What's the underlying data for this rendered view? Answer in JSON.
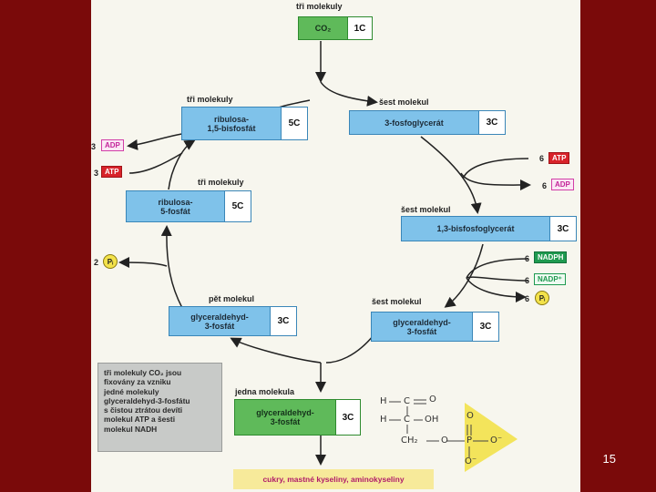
{
  "page_number": "15",
  "top": {
    "label": "tři molekuly",
    "name": "CO₂",
    "carbons": "1C"
  },
  "pga": {
    "label": "šest molekul",
    "name": "3-fosfoglycerát",
    "carbons": "3C"
  },
  "bpg": {
    "label": "šest molekul",
    "name": "1,3-bisfosfoglycerát",
    "carbons": "3C"
  },
  "g3p_right": {
    "label": "šest molekul",
    "name_line1": "glyceraldehyd-",
    "name_line2": "3-fosfát",
    "carbons": "3C"
  },
  "g3p_left": {
    "label": "pět molekul",
    "name_line1": "glyceraldehyd-",
    "name_line2": "3-fosfát",
    "carbons": "3C"
  },
  "r5p": {
    "label": "tři molekuly",
    "name_line1": "ribulosa-",
    "name_line2": "5-fosfát",
    "carbons": "5C"
  },
  "rubp": {
    "label": "tři molekuly",
    "name_line1": "ribulosa-",
    "name_line2": "1,5-bisfosfát",
    "carbons": "5C"
  },
  "output": {
    "label": "jedna molekula",
    "name_line1": "glyceraldehyd-",
    "name_line2": "3-fosfát",
    "carbons": "3C"
  },
  "inputs_right": {
    "atp": {
      "count": "6",
      "tag": "ATP"
    },
    "adp": {
      "count": "6",
      "tag": "ADP"
    },
    "nadph": {
      "count": "6",
      "tag": "NADPH"
    },
    "nadp": {
      "count": "6",
      "tag": "NADP⁺"
    },
    "pi": {
      "count": "6",
      "tag": "Pᵢ"
    }
  },
  "inputs_left": {
    "adp": {
      "count": "3",
      "tag": "ADP"
    },
    "atp": {
      "count": "3",
      "tag": "ATP"
    },
    "pi": {
      "count": "2",
      "tag": "Pᵢ"
    }
  },
  "note_lines": [
    "tři molekuly CO₂ jsou",
    "fixovány za vzniku",
    "jedné molekuly",
    "glyceraldehyd-3-fosfátu",
    "s čistou ztrátou devíti",
    "molekul ATP a šesti",
    "molekul NADH"
  ],
  "bottom_label": "cukry, mastné kyseliny, aminokyseliny",
  "structure": {
    "h1": "H",
    "c1": "C",
    "o1": "O",
    "h2": "H",
    "c2": "C",
    "oh": "OH",
    "ch2": "CH₂",
    "o3": "O",
    "p": "P",
    "o_top": "O",
    "o_right": "O⁻",
    "o_bottom": "O⁻"
  },
  "colors": {
    "background": "#7a0a0a",
    "slide": "#f7f6ee",
    "box_blue": "#7fc2ea",
    "box_green": "#5fba5a"
  }
}
